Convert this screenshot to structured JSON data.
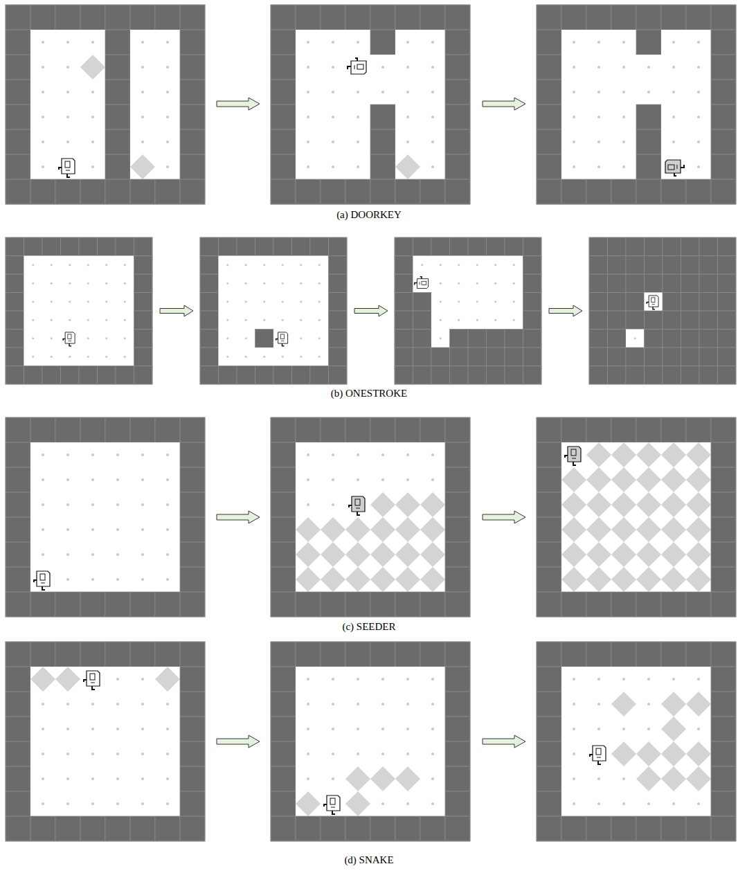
{
  "diagram": {
    "labels": [
      "(a) DOORKEY",
      "(b) ONESTROKE",
      "(c) SEEDER",
      "(d) SNAKE"
    ]
  }
}
